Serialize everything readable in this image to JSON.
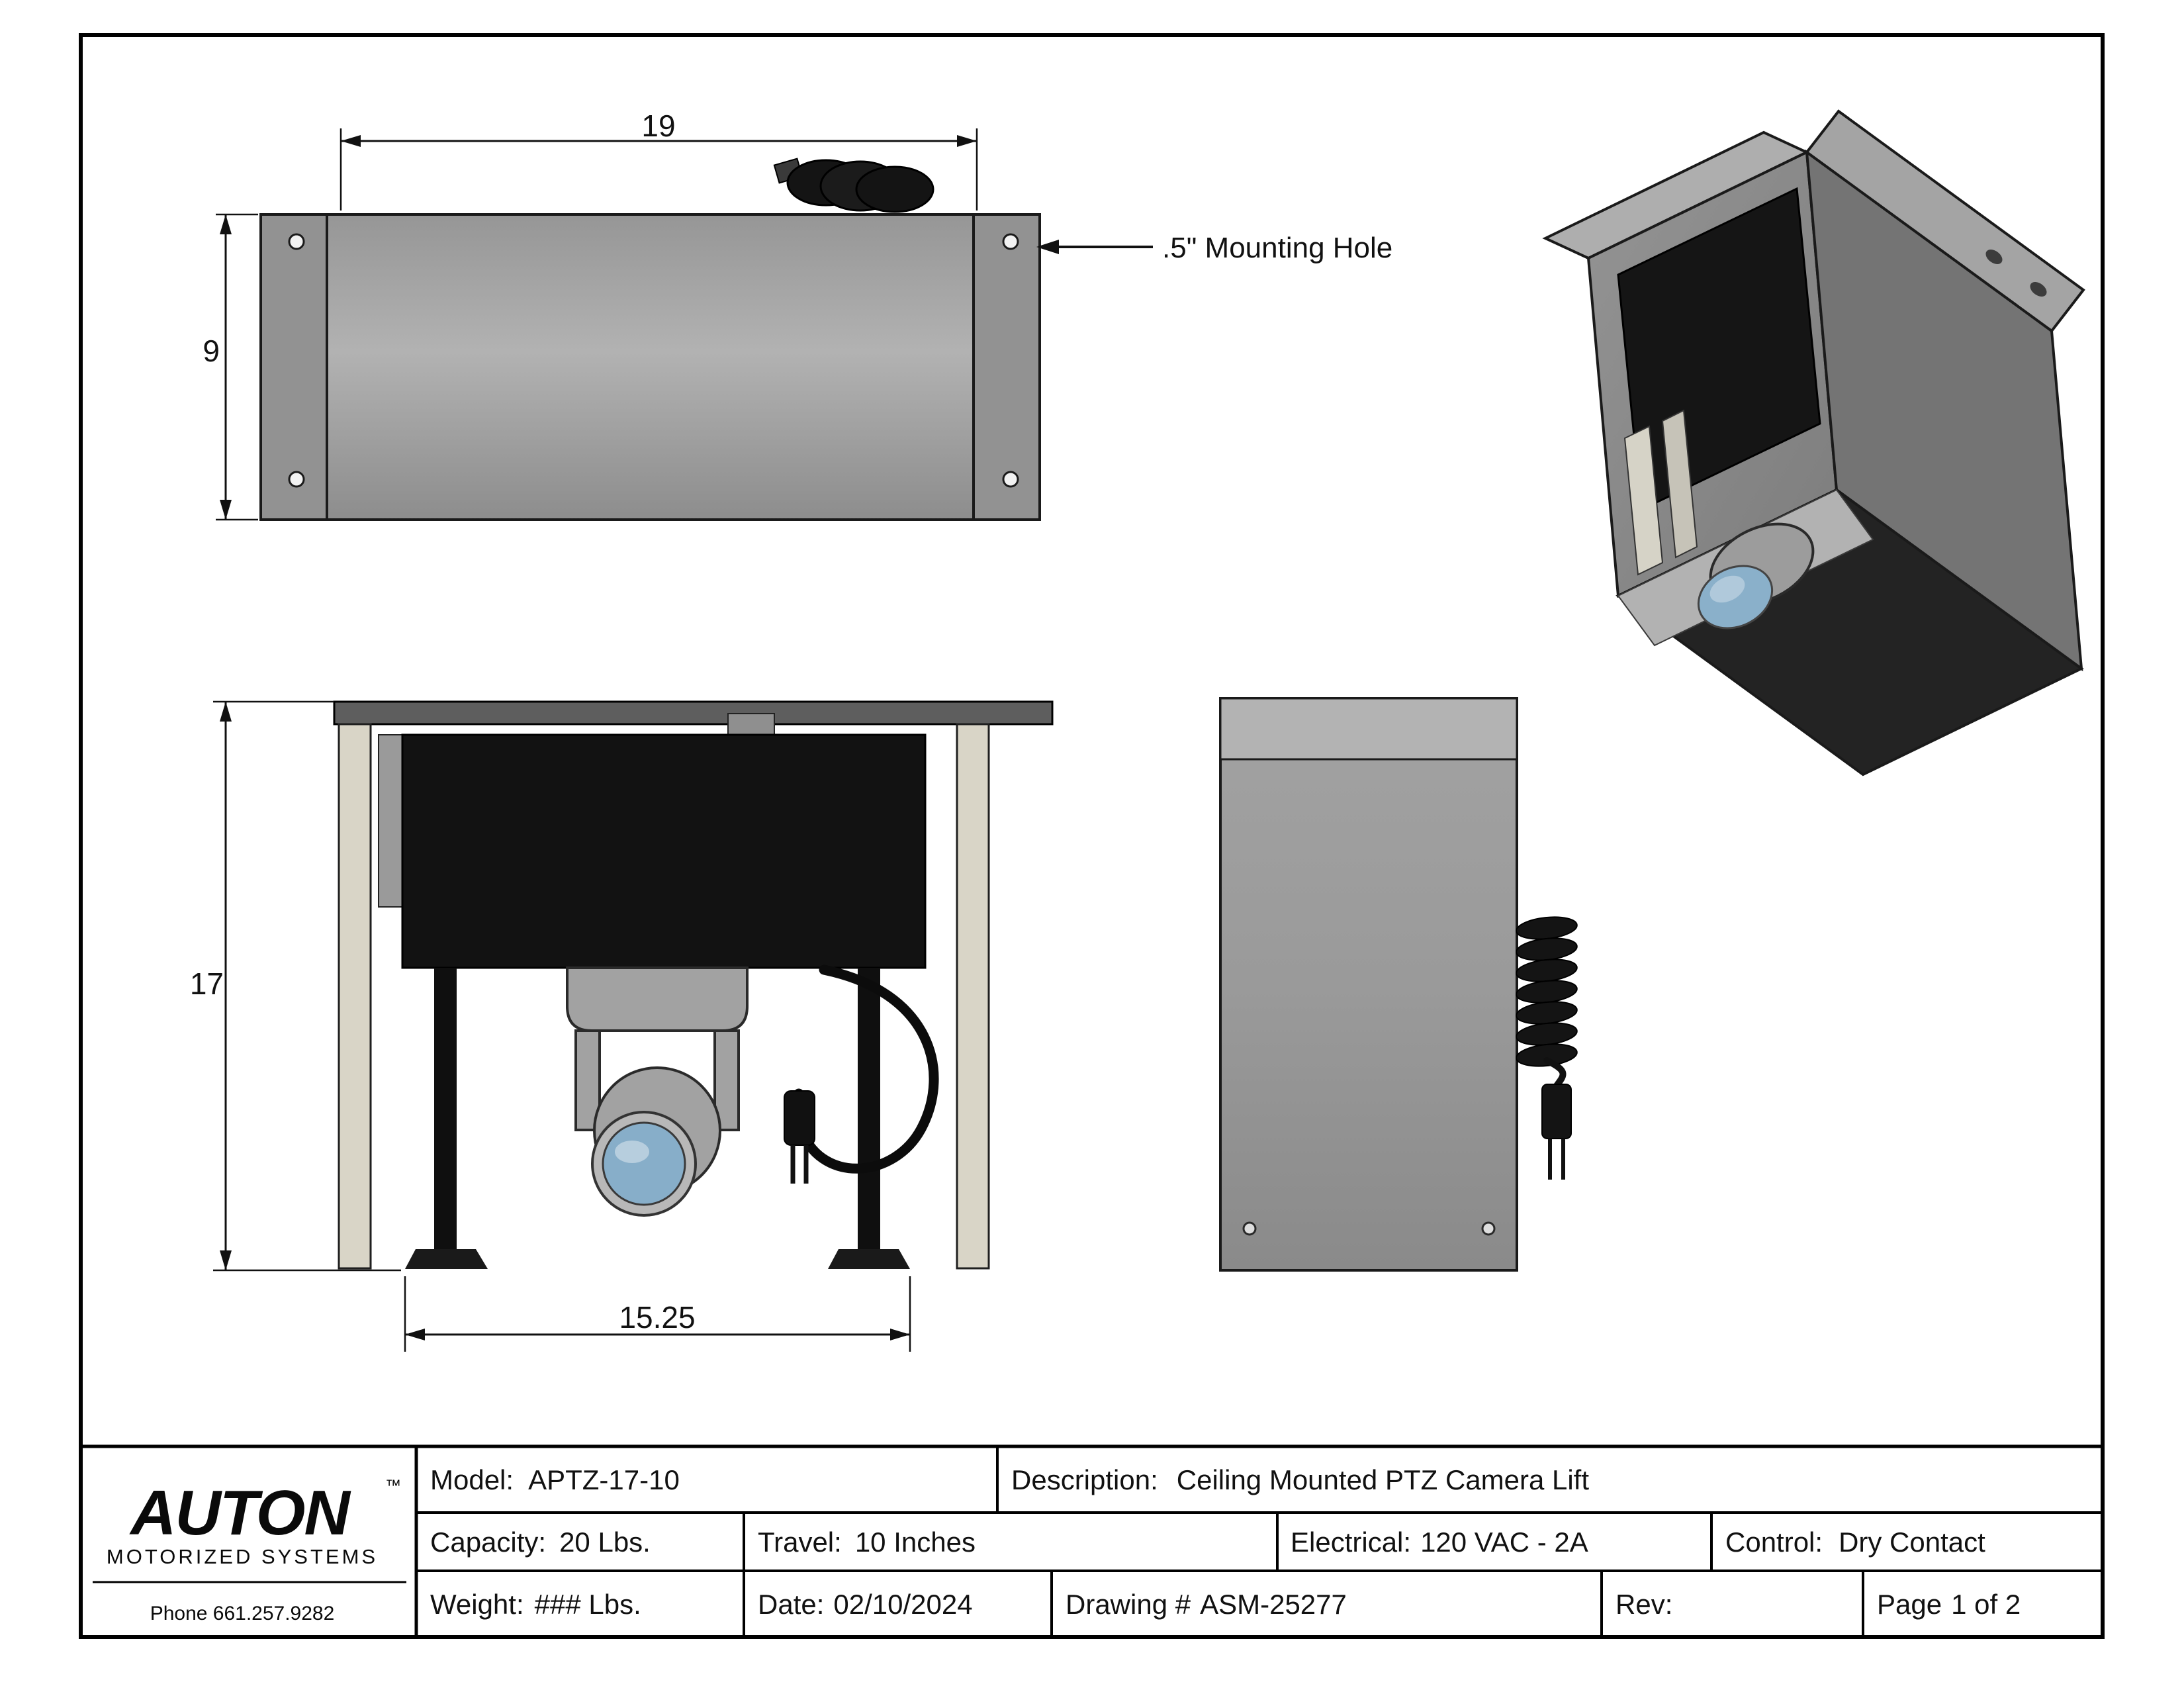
{
  "drawing": {
    "dimensions": {
      "width": "19",
      "height": "9",
      "extended_height": "17",
      "base_width": "15.25"
    },
    "callouts": {
      "mounting_hole": ".5\" Mounting Hole"
    }
  },
  "title_block": {
    "brand": {
      "name": "AUTON",
      "tm": "™",
      "tagline": "MOTORIZED SYSTEMS",
      "phone": "Phone 661.257.9282"
    },
    "model": {
      "label": "Model:",
      "value": "APTZ-17-10"
    },
    "description": {
      "label": "Description:",
      "value": "Ceiling Mounted PTZ Camera Lift"
    },
    "capacity": {
      "label": "Capacity:",
      "value": "20 Lbs."
    },
    "travel": {
      "label": "Travel:",
      "value": "10 Inches"
    },
    "electrical": {
      "label": "Electrical:",
      "value": "120 VAC - 2A"
    },
    "control": {
      "label": "Control:",
      "value": "Dry Contact"
    },
    "weight": {
      "label": "Weight:",
      "value": "### Lbs."
    },
    "date": {
      "label": "Date:",
      "value": "02/10/2024"
    },
    "drawing_number": {
      "label": "Drawing #",
      "value": "ASM-25277"
    },
    "rev": {
      "label": "Rev:"
    },
    "page": {
      "label": "Page",
      "value": "1  of  2"
    }
  }
}
